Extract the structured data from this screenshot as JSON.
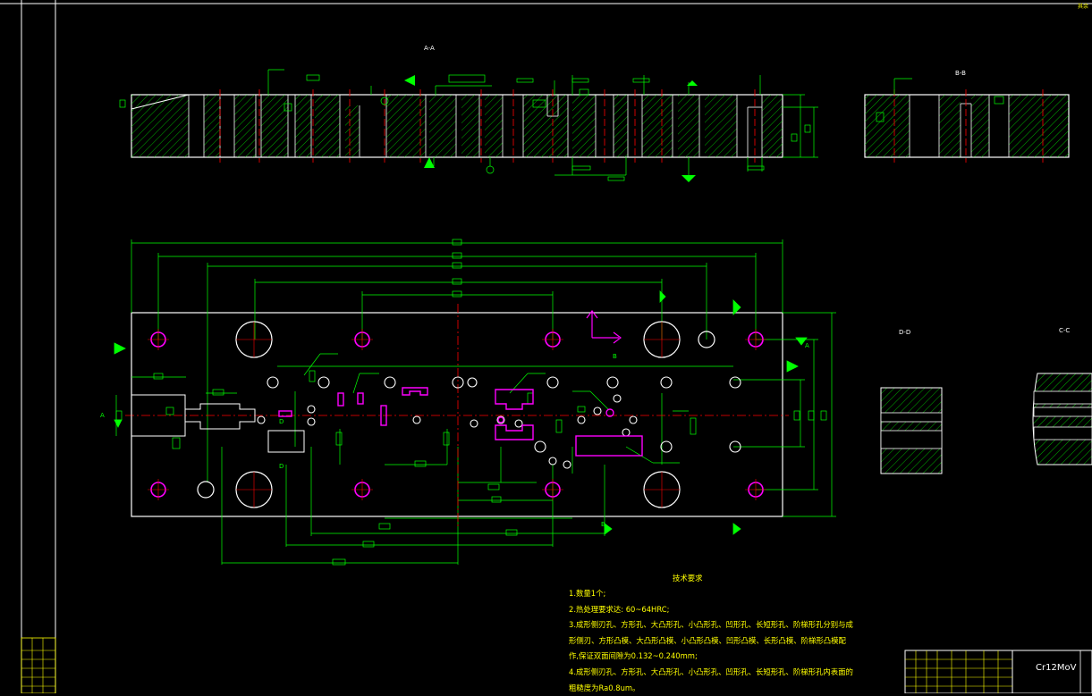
{
  "drawing": {
    "top_corner_text": "其余",
    "section_labels": {
      "aa": "A-A",
      "bb": "B-B",
      "dd": "D-D",
      "cc": "C-C"
    },
    "point_labels": {
      "a_left": "A",
      "a_right": "A",
      "b_top": "B",
      "b_bottom": "B",
      "d_mid": "D",
      "d_low": "D"
    }
  },
  "technical_requirements": {
    "title": "技术要求",
    "lines": [
      "1.数量1个;",
      "2.热处理要求达: 60~64HRC;",
      "3.成形侧刃孔、方形孔、大凸形孔、小凸形孔、凹形孔、长短形孔、阶梯形孔分别与成",
      "形侧刃、方形凸模、大凸形凸模、小凸形凸模、凹形凸模、长形凸模、阶梯形凸模配",
      "作,保证双面间隙为0.132~0.240mm;",
      "4.成形侧刃孔、方形孔、大凸形孔、小凸形孔、凹形孔、长短形孔、阶梯形孔内表面的",
      "粗糙度为Ra0.8um。"
    ]
  },
  "title_block": {
    "material": "Cr12MoV"
  },
  "colors": {
    "background": "#000000",
    "outline": "#ffffff",
    "dimension": "#00ff00",
    "centerline": "#ff0000",
    "text": "#ffff00",
    "holes": "#ff00ff"
  }
}
